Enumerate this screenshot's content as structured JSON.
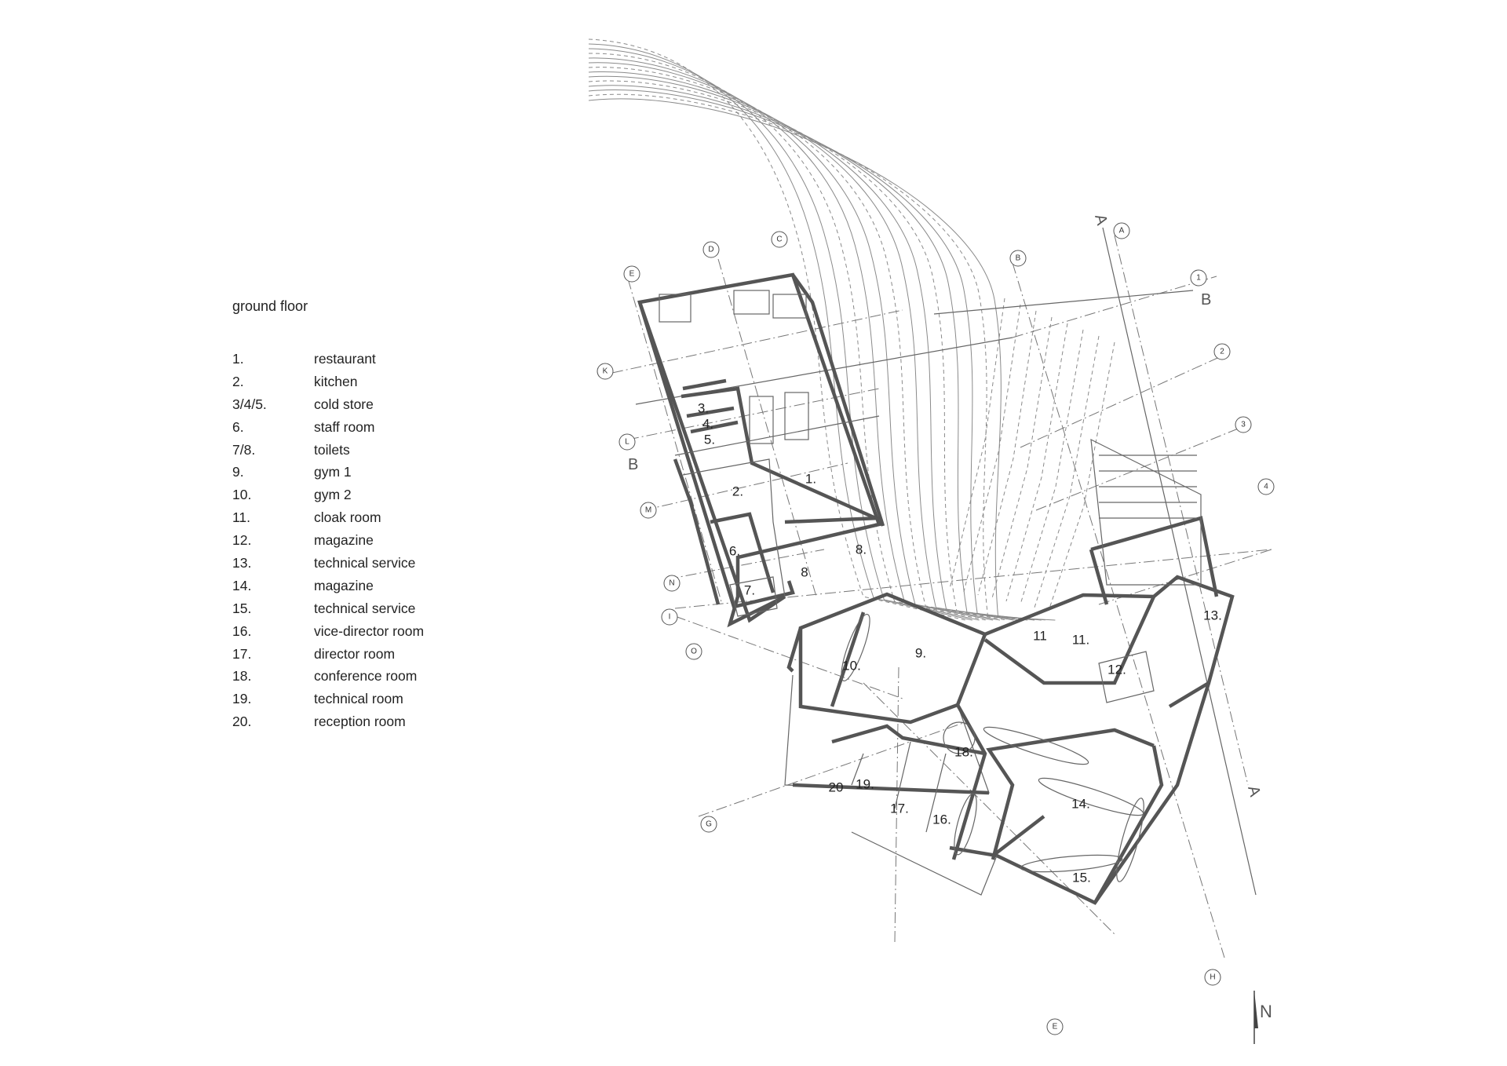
{
  "legend": {
    "title": "ground floor",
    "items": [
      {
        "num": "1.",
        "name": "restaurant"
      },
      {
        "num": "2.",
        "name": "kitchen"
      },
      {
        "num": "3/4/5.",
        "name": "cold store"
      },
      {
        "num": "6.",
        "name": "staff room"
      },
      {
        "num": "7/8.",
        "name": "toilets"
      },
      {
        "num": "9.",
        "name": "gym 1"
      },
      {
        "num": "10.",
        "name": "gym 2"
      },
      {
        "num": "11.",
        "name": "cloak room"
      },
      {
        "num": "12.",
        "name": "magazine"
      },
      {
        "num": "13.",
        "name": "technical service"
      },
      {
        "num": "14.",
        "name": "magazine"
      },
      {
        "num": "15.",
        "name": "technical service"
      },
      {
        "num": "16.",
        "name": "vice-director room"
      },
      {
        "num": "17.",
        "name": "director room"
      },
      {
        "num": "18.",
        "name": "conference room"
      },
      {
        "num": "19.",
        "name": "technical room"
      },
      {
        "num": "20.",
        "name": "reception room"
      }
    ]
  },
  "plan": {
    "room_labels": [
      "1.",
      "2.",
      "3.",
      "4.",
      "5.",
      "6.",
      "7.",
      "8",
      "8.",
      "9.",
      "10.",
      "11",
      "11.",
      "12.",
      "13.",
      "14.",
      "15.",
      "16.",
      "17.",
      "18.",
      "19.",
      "20"
    ],
    "grid_bubbles": [
      "E",
      "D",
      "C",
      "B",
      "A",
      "1",
      "2",
      "3",
      "4",
      "K",
      "L",
      "M",
      "N",
      "I",
      "O",
      "G",
      "H",
      "E"
    ],
    "section_marks": [
      "A",
      "B",
      "B",
      "A"
    ],
    "north_label": "N"
  }
}
